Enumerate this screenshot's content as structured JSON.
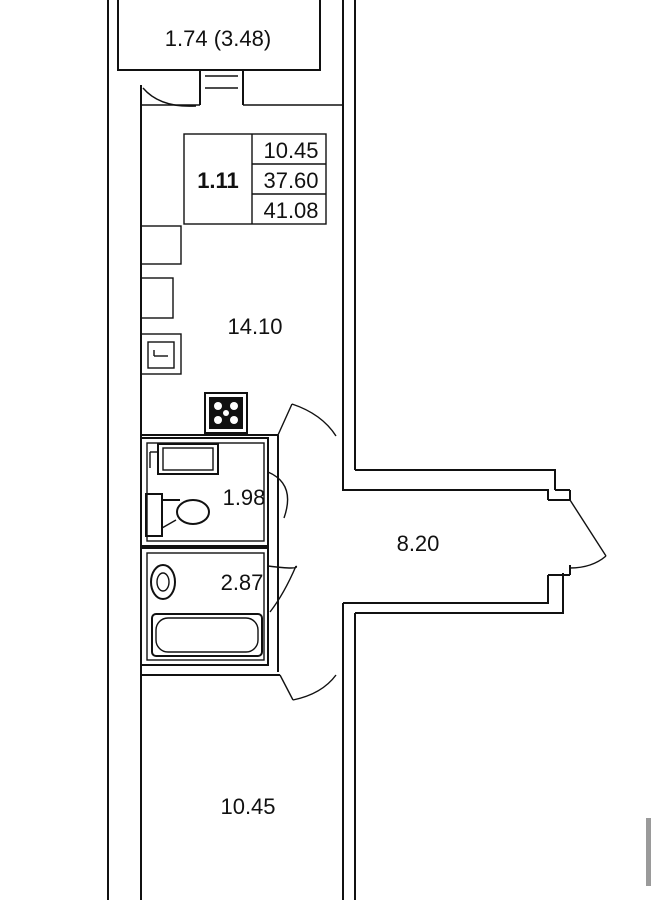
{
  "apartment": {
    "number": "1.11",
    "area_living": "10.45",
    "area_total": "37.60",
    "area_with_balcony": "41.08"
  },
  "rooms": {
    "balcony": "1.74 (3.48)",
    "kitchen": "14.10",
    "toilet": "1.98",
    "bathroom": "2.87",
    "hallway": "8.20",
    "bedroom": "10.45"
  }
}
